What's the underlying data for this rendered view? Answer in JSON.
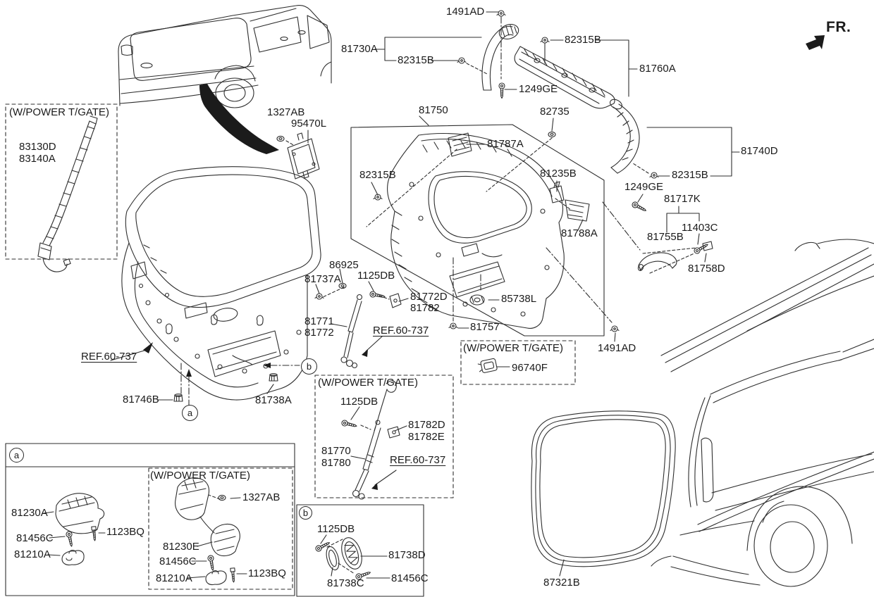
{
  "diagram": {
    "type": "parts-catalog-exploded-view",
    "subject": "Tailgate trim / power tailgate components",
    "direction_label": "FR.",
    "group_note": "(W/POWER T/GATE)",
    "ref_callout": "REF.60-737",
    "view_a": "a",
    "view_b": "b",
    "colors": {
      "background": "#ffffff",
      "line": "#2e2e2e",
      "text": "#1b1b1b"
    }
  },
  "parts": {
    "83130D": "83130D",
    "83140A": "83140A",
    "1327AB": "1327AB",
    "95470L": "95470L",
    "1491AD": "1491AD",
    "81730A": "81730A",
    "82315B": "82315B",
    "1249GE": "1249GE",
    "81760A": "81760A",
    "81740D": "81740D",
    "81750": "81750",
    "82735": "82735",
    "81787A": "81787A",
    "81235B": "81235B",
    "81788A": "81788A",
    "81717K": "81717K",
    "11403C": "11403C",
    "81755B": "81755B",
    "81758D": "81758D",
    "86925": "86925",
    "81737A": "81737A",
    "1125DB": "1125DB",
    "81772D": "81772D",
    "81782": "81782",
    "81771": "81771",
    "81772": "81772",
    "81757": "81757",
    "96740F": "96740F",
    "85738L": "85738L",
    "81746B": "81746B",
    "81738A": "81738A",
    "81230A": "81230A",
    "1123BQ": "1123BQ",
    "81456C": "81456C",
    "81210A": "81210A",
    "81230E": "81230E",
    "81770": "81770",
    "81780": "81780",
    "81782D": "81782D",
    "81782E": "81782E",
    "81738D": "81738D",
    "81738C": "81738C",
    "87321B": "87321B"
  }
}
